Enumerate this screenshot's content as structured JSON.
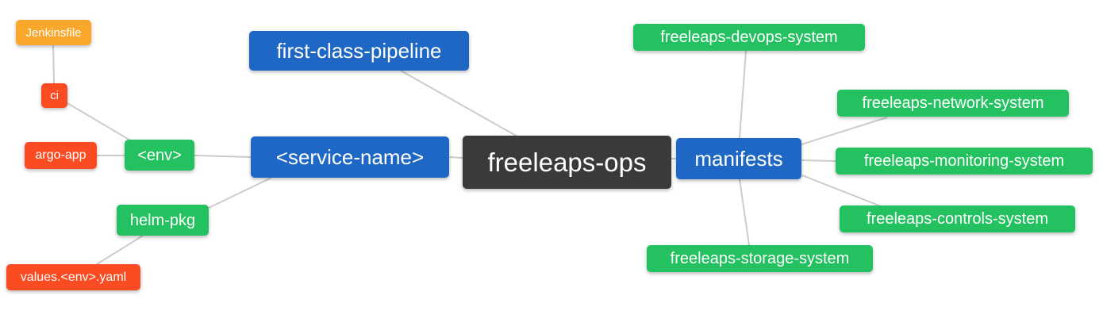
{
  "diagram": {
    "type": "mindmap",
    "background_color": "#ffffff",
    "connector_color": "#cccccc",
    "colors": {
      "blue": "#1f67c5",
      "green": "#23c160",
      "orange": "#fba72c",
      "red": "#fb4b23",
      "dark": "#3c3939"
    },
    "nodes": {
      "freeleaps_ops": {
        "label": "freeleaps-ops",
        "color": "dark"
      },
      "first_class_pipeline": {
        "label": "first-class-pipeline",
        "color": "blue"
      },
      "service_name": {
        "label": "<service-name>",
        "color": "blue"
      },
      "manifests": {
        "label": "manifests",
        "color": "blue"
      },
      "env": {
        "label": "<env>",
        "color": "green"
      },
      "helm_pkg": {
        "label": "helm-pkg",
        "color": "green"
      },
      "jenkinsfile": {
        "label": "Jenkinsfile",
        "color": "orange"
      },
      "ci": {
        "label": "ci",
        "color": "red"
      },
      "argo_app": {
        "label": "argo-app",
        "color": "red"
      },
      "values_env_yaml": {
        "label": "values.<env>.yaml",
        "color": "red"
      },
      "devops_system": {
        "label": "freeleaps-devops-system",
        "color": "green"
      },
      "network_system": {
        "label": "freeleaps-network-system",
        "color": "green"
      },
      "monitoring_system": {
        "label": "freeleaps-monitoring-system",
        "color": "green"
      },
      "controls_system": {
        "label": "freeleaps-controls-system",
        "color": "green"
      },
      "storage_system": {
        "label": "freeleaps-storage-system",
        "color": "green"
      }
    },
    "edges": [
      {
        "from": "jenkinsfile",
        "to": "ci"
      },
      {
        "from": "ci",
        "to": "env"
      },
      {
        "from": "argo_app",
        "to": "env"
      },
      {
        "from": "env",
        "to": "service_name"
      },
      {
        "from": "helm_pkg",
        "to": "service_name"
      },
      {
        "from": "values_env_yaml",
        "to": "helm_pkg"
      },
      {
        "from": "service_name",
        "to": "freeleaps_ops"
      },
      {
        "from": "first_class_pipeline",
        "to": "freeleaps_ops"
      },
      {
        "from": "freeleaps_ops",
        "to": "manifests"
      },
      {
        "from": "manifests",
        "to": "devops_system"
      },
      {
        "from": "manifests",
        "to": "network_system"
      },
      {
        "from": "manifests",
        "to": "monitoring_system"
      },
      {
        "from": "manifests",
        "to": "controls_system"
      },
      {
        "from": "manifests",
        "to": "storage_system"
      }
    ]
  }
}
